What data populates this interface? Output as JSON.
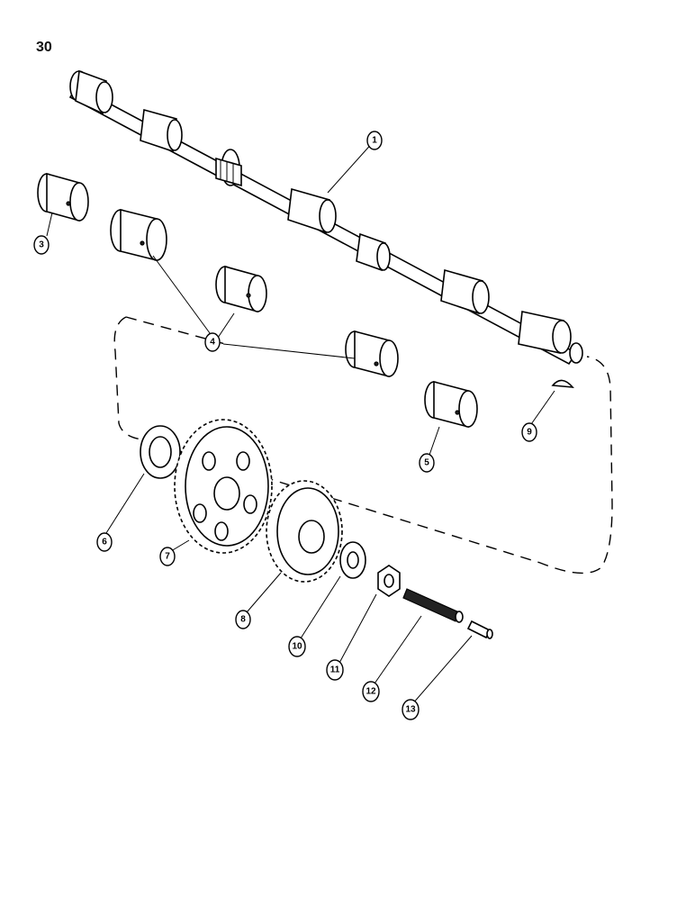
{
  "page": {
    "number": "30"
  },
  "callouts": [
    {
      "id": "1",
      "label": "1"
    },
    {
      "id": "3",
      "label": "3"
    },
    {
      "id": "4",
      "label": "4"
    },
    {
      "id": "5",
      "label": "5"
    },
    {
      "id": "6",
      "label": "6"
    },
    {
      "id": "7",
      "label": "7"
    },
    {
      "id": "8",
      "label": "8"
    },
    {
      "id": "9",
      "label": "9"
    },
    {
      "id": "10",
      "label": "10"
    },
    {
      "id": "11",
      "label": "11"
    },
    {
      "id": "12",
      "label": "12"
    },
    {
      "id": "13",
      "label": "13"
    }
  ]
}
